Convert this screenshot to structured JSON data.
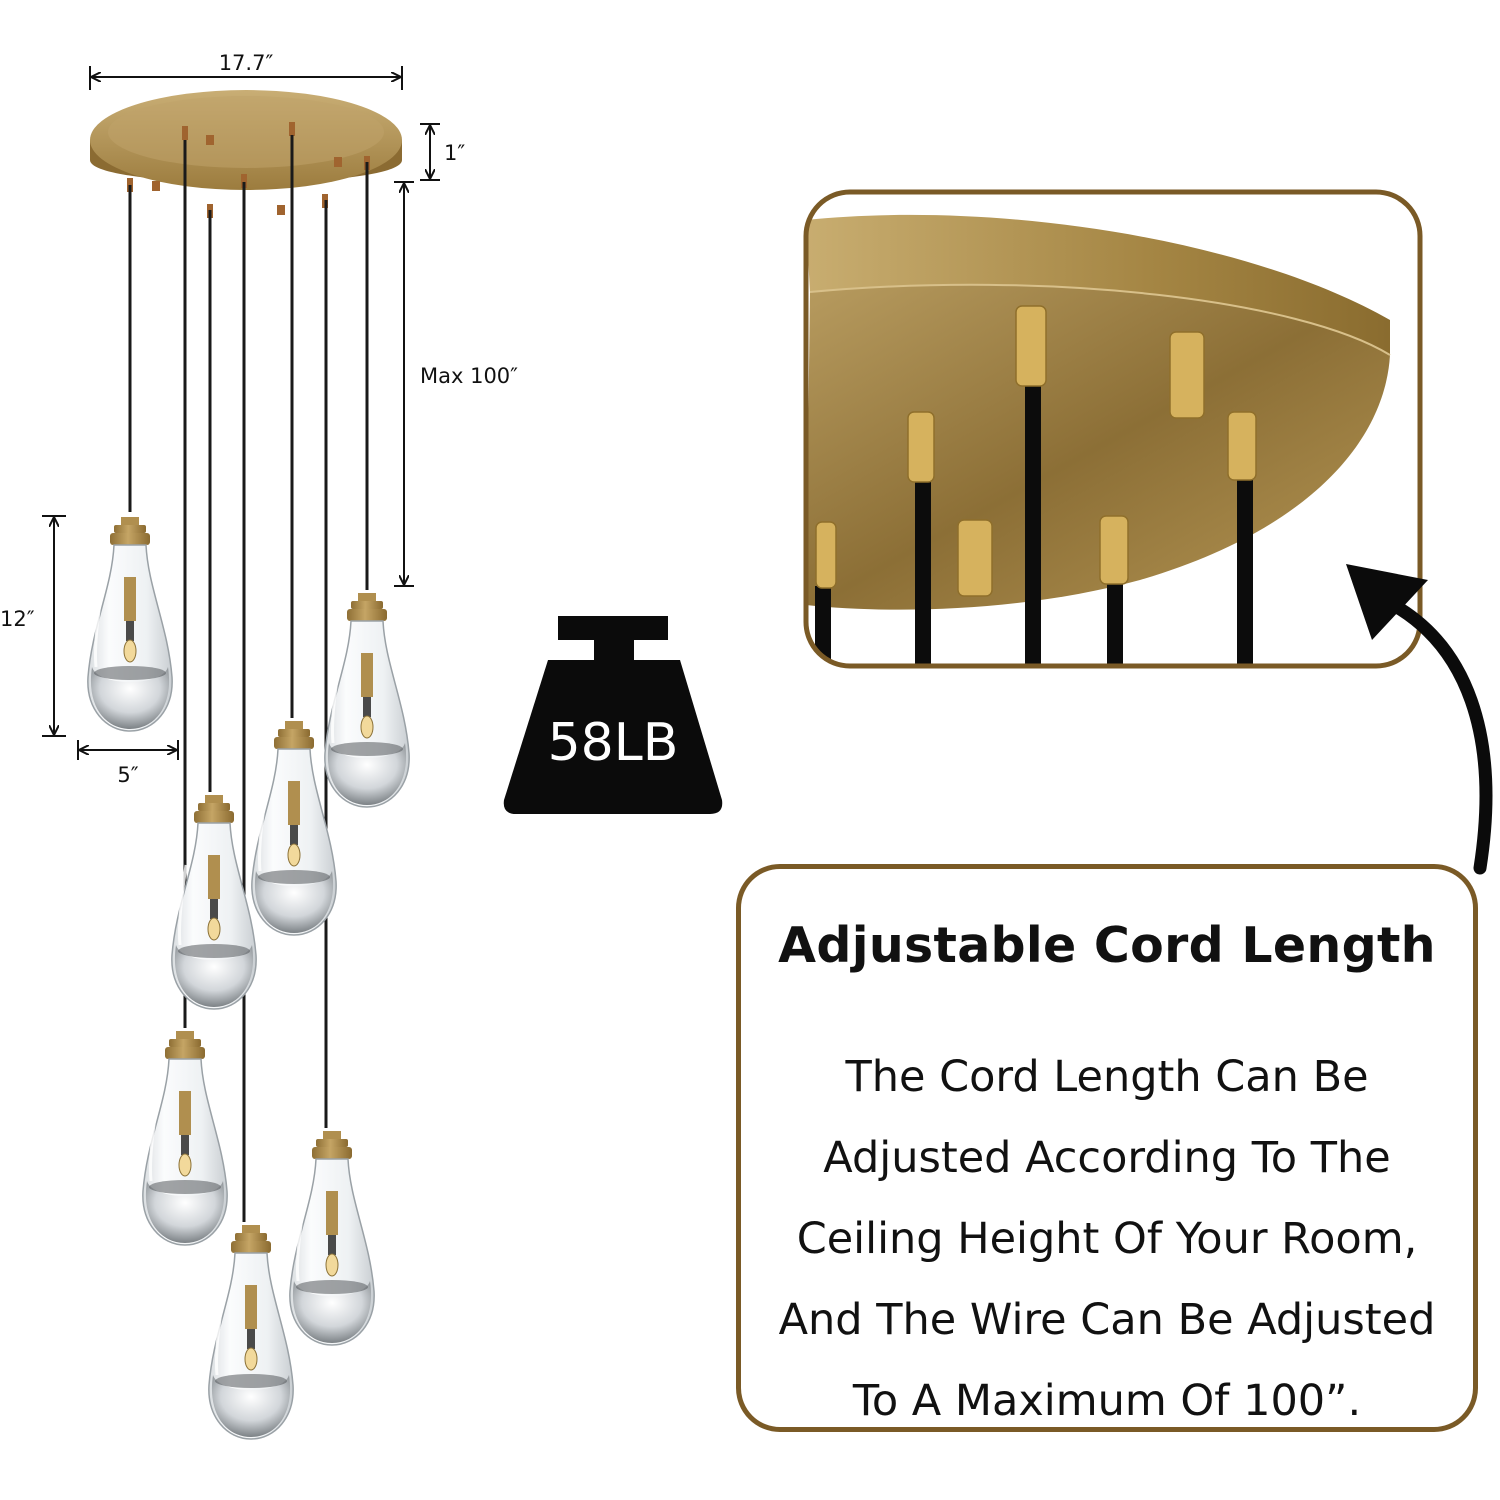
{
  "dimensions": {
    "canopy_width": "17.7″",
    "canopy_height": "1″",
    "cord_max": "Max 100″",
    "shade_height": "12″",
    "shade_width": "5″"
  },
  "weight": {
    "label": "58LB",
    "icon": "weight-icon"
  },
  "callout": {
    "title": "Adjustable Cord Length",
    "lines": [
      "The Cord Length Can Be",
      "Adjusted According To The",
      "Ceiling Height Of Your Room,",
      "And The Wire Can Be Adjusted",
      "To A Maximum Of 100”."
    ],
    "arrow_icon": "curved-arrow-icon"
  },
  "colors": {
    "brass": "#a98848",
    "frame": "#7a5a26",
    "cord": "#111111"
  }
}
